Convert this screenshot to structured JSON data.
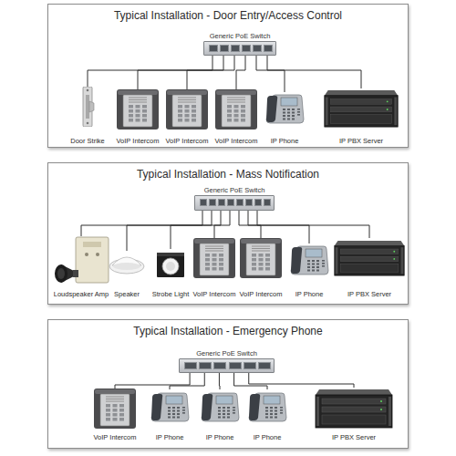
{
  "diagram": {
    "nodes": [
      {
        "text": [
          "Typical Installation - Door Entry/Access Control"
        ]
      },
      {
        "text": [
          "Generic PoE Switch"
        ],
        "in": 0
      },
      {
        "text": [
          "Door Strike"
        ],
        "in": 0
      },
      {
        "text": [
          "VoIP Intercom"
        ],
        "in": 0
      },
      {
        "text": [
          "VoIP Intercom"
        ],
        "in": 0
      },
      {
        "text": [
          "VoIP Intercom"
        ],
        "in": 0
      },
      {
        "text": [
          "IP Phone"
        ],
        "in": 0
      },
      {
        "text": [
          "IP PBX Server"
        ],
        "in": 0
      },
      {
        "text": [
          "Typical Installation - Mass Notification"
        ]
      },
      {
        "text": [
          "Generic PoE Switch"
        ],
        "in": 8
      },
      {
        "text": [
          "Loudspeaker Amp"
        ],
        "in": 8
      },
      {
        "text": [
          "Speaker"
        ],
        "in": 8
      },
      {
        "text": [
          "Strobe Light"
        ],
        "in": 8
      },
      {
        "text": [
          "VoIP Intercom"
        ],
        "in": 8
      },
      {
        "text": [
          "VoIP Intercom"
        ],
        "in": 8
      },
      {
        "text": [
          "IP Phone"
        ],
        "in": 8
      },
      {
        "text": [
          "IP PBX Server"
        ],
        "in": 8
      },
      {
        "text": [
          "Typical Installation - Emergency Phone"
        ]
      },
      {
        "text": [
          "Generic PoE Switch"
        ],
        "in": 17
      },
      {
        "text": [
          "VoIP Intercom"
        ],
        "in": 17
      },
      {
        "text": [
          "IP Phone"
        ],
        "in": 17
      },
      {
        "text": [
          "IP Phone"
        ],
        "in": 17
      },
      {
        "text": [
          "IP Phone"
        ],
        "in": 17
      },
      {
        "text": [
          "IP PBX Server"
        ],
        "in": 17
      }
    ],
    "edges": [
      {
        "from": 1,
        "to": 2,
        "arrow": "none"
      },
      {
        "from": 1,
        "to": 3,
        "arrow": "none"
      },
      {
        "from": 1,
        "to": 4,
        "arrow": "none"
      },
      {
        "from": 1,
        "to": 5,
        "arrow": "none"
      },
      {
        "from": 1,
        "to": 6,
        "arrow": "none"
      },
      {
        "from": 1,
        "to": 7,
        "arrow": "none"
      },
      {
        "from": 9,
        "to": 10,
        "arrow": "none"
      },
      {
        "from": 9,
        "to": 11,
        "arrow": "none"
      },
      {
        "from": 9,
        "to": 12,
        "arrow": "none"
      },
      {
        "from": 9,
        "to": 13,
        "arrow": "none"
      },
      {
        "from": 9,
        "to": 14,
        "arrow": "none"
      },
      {
        "from": 9,
        "to": 15,
        "arrow": "none"
      },
      {
        "from": 9,
        "to": 16,
        "arrow": "none"
      },
      {
        "from": 18,
        "to": 19,
        "arrow": "none"
      },
      {
        "from": 18,
        "to": 20,
        "arrow": "none"
      },
      {
        "from": 18,
        "to": 21,
        "arrow": "none"
      },
      {
        "from": 18,
        "to": 22,
        "arrow": "none"
      },
      {
        "from": 18,
        "to": 23,
        "arrow": "none"
      }
    ]
  }
}
